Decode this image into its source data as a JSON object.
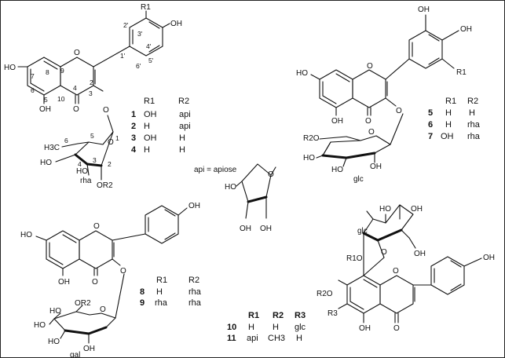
{
  "figure": {
    "panel_a": {
      "labels": {
        "R1": "R1",
        "OH_4p": "OH",
        "OH_7": "HO",
        "OH_5": "OH",
        "O_4": "O",
        "O_ring": "O",
        "O_link": "O",
        "pos_2p": "2'",
        "pos_3p": "3'",
        "pos_4p": "4'",
        "pos_5p": "5'",
        "pos_6p": "6'",
        "pos_1p": "1'",
        "pos_2": "2",
        "pos_3": "3",
        "pos_4": "4",
        "pos_5": "5",
        "pos_6": "6",
        "pos_7": "7",
        "pos_8": "8",
        "pos_9": "9",
        "pos_10": "10",
        "sugar_O": "O",
        "sugar_1": "1",
        "sugar_2": "2",
        "sugar_3": "3",
        "sugar_4": "4",
        "sugar_5": "5",
        "sugar_6": "6",
        "sugar_H3C": "H3C",
        "sugar_HO4": "HO",
        "sugar_HO3": "HO",
        "sugar_OR2": "OR2",
        "sugar_name": "rha"
      },
      "table": {
        "headers": [
          "R1",
          "R2"
        ],
        "rows": [
          {
            "n": "1",
            "r1": "OH",
            "r2": "api"
          },
          {
            "n": "2",
            "r1": "H",
            "r2": "api"
          },
          {
            "n": "3",
            "r1": "OH",
            "r2": "H"
          },
          {
            "n": "4",
            "r1": "H",
            "r2": "H"
          }
        ]
      }
    },
    "panel_b": {
      "labels": {
        "OH_3p": "OH",
        "OH_4p": "OH",
        "R1": "R1",
        "HO_7": "HO",
        "OH_5": "OH",
        "O_4": "O",
        "O_ring": "O",
        "O_link": "O",
        "R2O": "R2O",
        "sugar_O": "O",
        "HO_a": "HO",
        "HO_b": "HO",
        "OH_c": "OH",
        "sugar_name": "glc"
      },
      "table": {
        "headers": [
          "R1",
          "R2"
        ],
        "rows": [
          {
            "n": "5",
            "r1": "H",
            "r2": "H"
          },
          {
            "n": "6",
            "r1": "H",
            "r2": "rha"
          },
          {
            "n": "7",
            "r1": "OH",
            "r2": "rha"
          }
        ]
      }
    },
    "apiose": {
      "caption": "api = apiose",
      "labels": {
        "O": "O",
        "HO": "HO",
        "OH_a": "OH",
        "OH_b": "OH"
      }
    },
    "panel_c": {
      "labels": {
        "OH_4p": "OH",
        "HO_7": "HO",
        "OH_5": "OH",
        "O_4": "O",
        "O_ring": "O",
        "O_link": "O",
        "OR2": "OR2",
        "sugar_O": "O",
        "HO_a": "HO",
        "HO_b": "HO",
        "HO_c": "HO",
        "OH_d": "OH",
        "sugar_name": "gal"
      },
      "table": {
        "headers": [
          "R1",
          "R2"
        ],
        "rows": [
          {
            "n": "8",
            "r1": "H",
            "r2": "rha"
          },
          {
            "n": "9",
            "r1": "rha",
            "r2": "rha"
          }
        ]
      }
    },
    "panel_d": {
      "labels": {
        "HO_top": "HO",
        "OH_top": "OH",
        "sugar_name": "glc",
        "R1O": "R1O",
        "sugar_O": "O",
        "OH_c": "OH",
        "O_link": "O",
        "R2O": "R2O",
        "R3": "R3",
        "O_ring": "O",
        "OH_5": "OH",
        "O_4": "O",
        "OH_4p": "OH"
      },
      "table": {
        "headers": [
          "R1",
          "R2",
          "R3"
        ],
        "rows": [
          {
            "n": "10",
            "r1": "H",
            "r2": "H",
            "r3": "glc"
          },
          {
            "n": "11",
            "r1": "api",
            "r2": "CH3",
            "r3": "H"
          }
        ]
      }
    }
  }
}
